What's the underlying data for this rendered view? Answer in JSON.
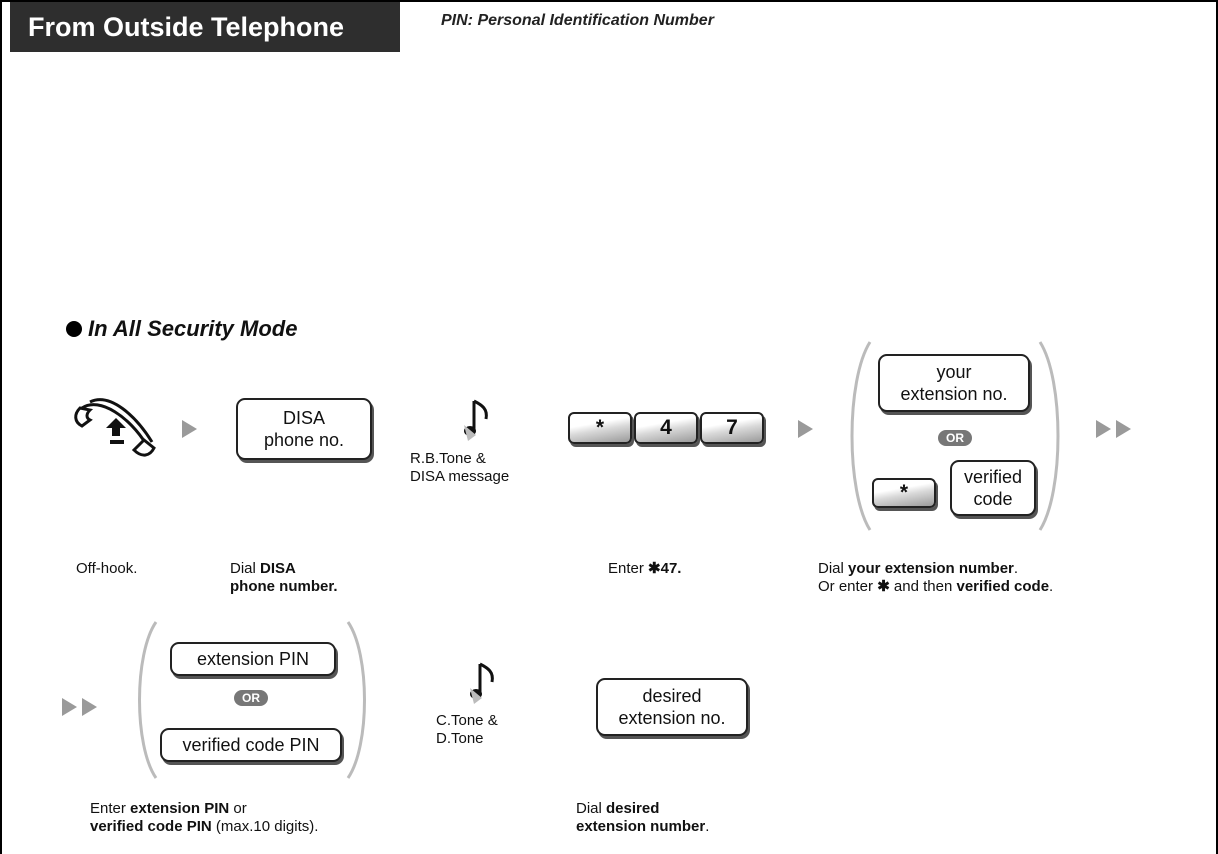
{
  "header": {
    "title": "From Outside Telephone",
    "pin_note": "PIN: Personal Identification Number"
  },
  "mode": "In All Security Mode",
  "keys": {
    "disa": "DISA\nphone no.",
    "star": "*",
    "four": "4",
    "seven": "7",
    "your_ext": "your\nextension no.",
    "star2": "*",
    "verified_code": "verified\ncode",
    "ext_pin": "extension PIN",
    "verified_pin": "verified code PIN",
    "desired_ext": "desired\nextension no."
  },
  "or_label": "OR",
  "tones": {
    "rb": "R.B.Tone &\nDISA message",
    "c": "C.Tone &\nD.Tone"
  },
  "captions": {
    "offhook": "Off-hook.",
    "dial_disa_1": "Dial ",
    "dial_disa_2": "DISA",
    "dial_disa_3": "phone number.",
    "enter_47_1": "Enter ",
    "enter_47_2": "✱47.",
    "dial_ext_1": "Dial ",
    "dial_ext_2": "your extension number",
    "dial_ext_3": ".",
    "dial_ext_4": "Or enter ",
    "dial_ext_5": "✱",
    "dial_ext_6": " and then ",
    "dial_ext_7": "verified code",
    "dial_ext_8": ".",
    "enter_pin_1": "Enter ",
    "enter_pin_2": "extension PIN",
    "enter_pin_3": " or",
    "enter_pin_4": "verified code PIN",
    "enter_pin_5": " (max.10 digits).",
    "dial_desired_1": "Dial ",
    "dial_desired_2": "desired",
    "dial_desired_3": "extension number",
    "dial_desired_4": "."
  }
}
